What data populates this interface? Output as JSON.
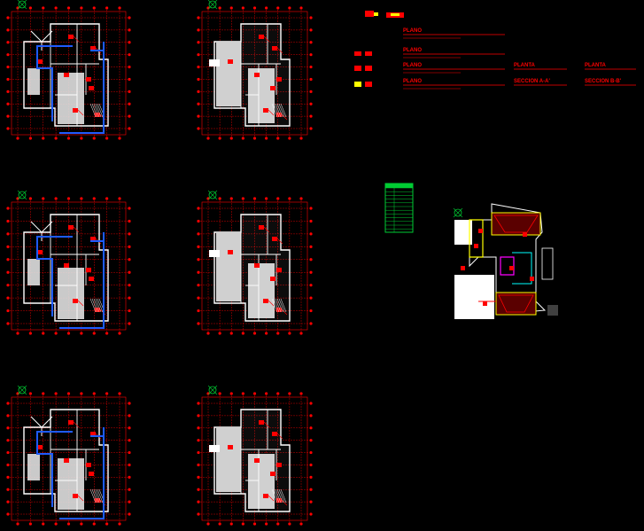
{
  "drawing": {
    "background": "#000000",
    "colors": {
      "red": "#ff0000",
      "blue": "#1e5bff",
      "white": "#ffffff",
      "gray": "#d0d0d0",
      "green": "#00cc33",
      "yellow": "#ffff00",
      "magenta": "#ff00ff",
      "cyan": "#00ffff"
    },
    "title_block": {
      "entries": [
        {
          "label": "PLANO"
        },
        {
          "label": "PLANO"
        },
        {
          "label": "PLANO"
        },
        {
          "label": "PLANO"
        }
      ],
      "extra_labels": [
        "PLANTA",
        "PLANTA",
        "SECCION A-A'",
        "SECCION B-B'"
      ]
    },
    "icons": [
      "north-arrow-icon"
    ]
  }
}
